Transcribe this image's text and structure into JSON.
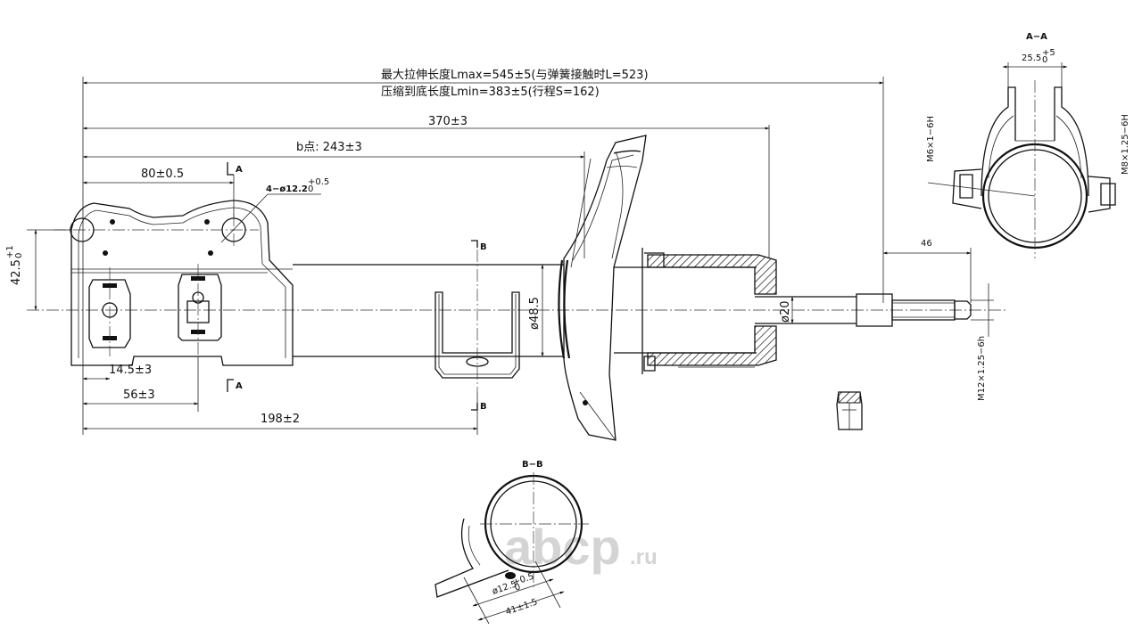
{
  "dims": {
    "lmax": "最大拉伸长度Lmax=545±5(与弹簧接触时L=523)",
    "lmin": "压缩到底长度Lmin=383±5(行程S=162)",
    "d370": "370±3",
    "b_pt": "b点: 243±3",
    "d80": "80±0.5",
    "holes": "4−ø12.2",
    "holes_tol_up": "+0.5",
    "holes_tol_dn": "0",
    "d42_5": "42.5",
    "d42_5_tol_up": "+1",
    "d42_5_tol_dn": "0",
    "d14_5": "14.5±3",
    "d56": "56±3",
    "d198": "198±2",
    "d48_5": "ø48.5",
    "d20": "ø20",
    "d46": "46",
    "m12": "M12×1.25−6h",
    "m6": "M6×1−6H",
    "m8": "M8×1.25−6H",
    "d25_5": "25.5",
    "d25_5_tol_up": "+5",
    "d25_5_tol_dn": "0",
    "d12_5": "ø12.5",
    "d12_5_tol_up": "+0.5",
    "d12_5_tol_dn": "0",
    "d41": "41±1.5"
  },
  "section_marks": {
    "a": "A",
    "b": "B",
    "aa_title": "A−A",
    "bb_title": "B−B"
  },
  "watermark": {
    "brand": "abcp",
    "domain": ".ru",
    "brand_color": "#d4d4d4"
  }
}
